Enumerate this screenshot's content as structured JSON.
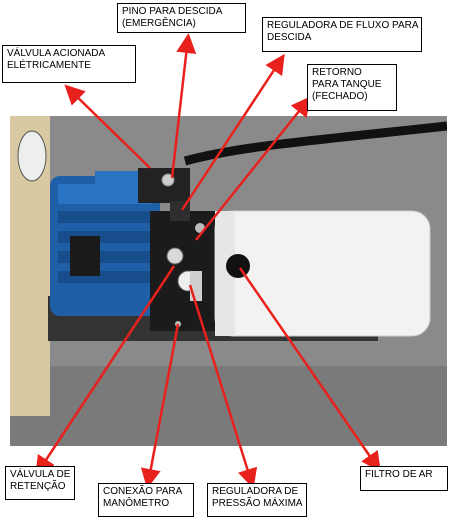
{
  "labels": {
    "pino": [
      "PINO PARA DESCIDA",
      "(EMERGÊNCIA)"
    ],
    "valvula_eletrica": [
      "VÁLVULA ACIONADA",
      "ELÉTRICAMENTE"
    ],
    "reguladora_fluxo": [
      "REGULADORA DE FLUXO PARA",
      "DESCIDA"
    ],
    "retorno": [
      "RETORNO",
      "PARA TANQUE",
      "(FECHADO)"
    ],
    "valvula_retencao": [
      "VÁLVULA DE",
      "RETENÇÃO"
    ],
    "conexao_manometro": [
      "CONEXÃO PARA",
      "MANÔMETRO"
    ],
    "reguladora_pressao": [
      "REGULADORA DE",
      "PRESSÃO MÁXIMA"
    ],
    "filtro": [
      "FILTRO DE AR"
    ]
  },
  "colors": {
    "arrow": "#e8211d",
    "motor_blue": "#1f5fa8",
    "tank_white": "#f2f2f2",
    "background": "#8c8c8c"
  }
}
